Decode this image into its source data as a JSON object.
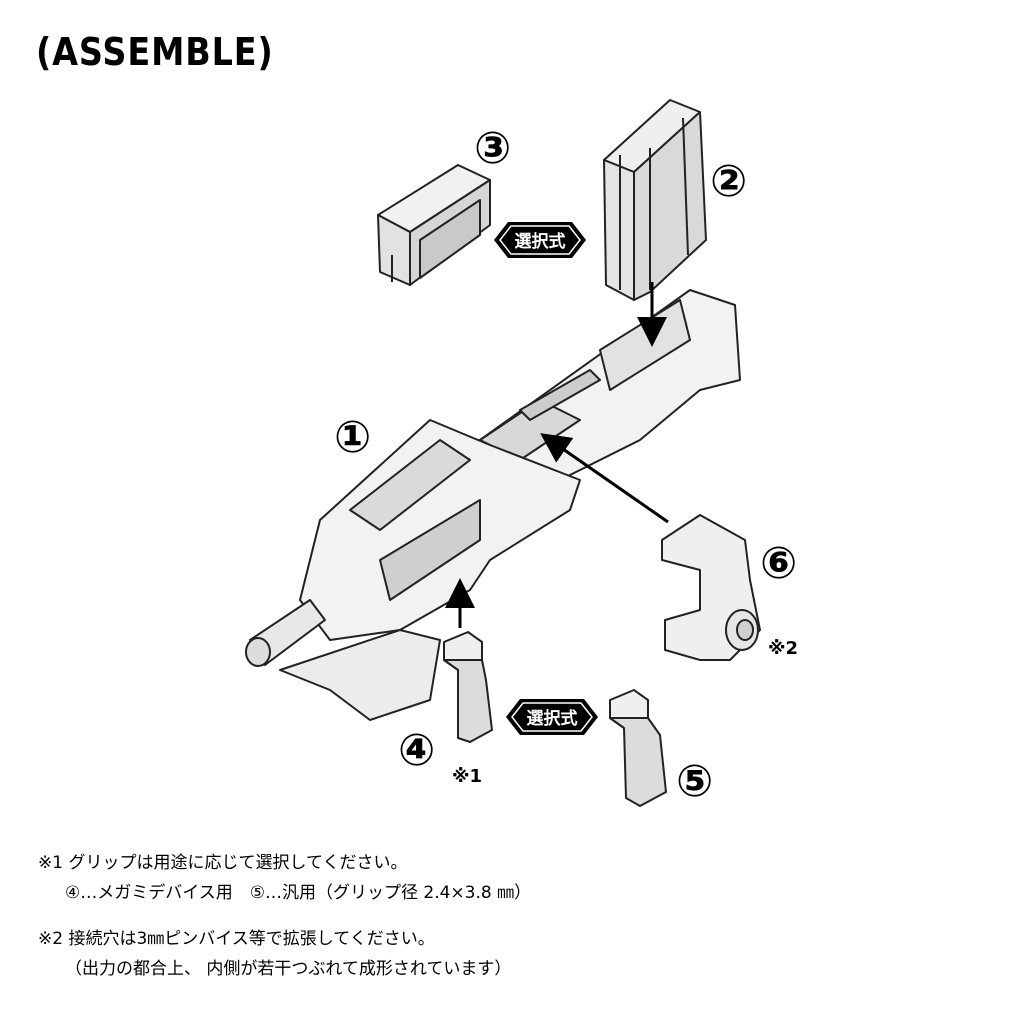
{
  "title": "(ASSEMBLE)",
  "parts": {
    "p1": "①",
    "p2": "②",
    "p3": "③",
    "p4": "④",
    "p5": "⑤",
    "p6": "⑥"
  },
  "badges": {
    "top": "選択式",
    "bottom": "選択式"
  },
  "refs": {
    "r1": "※1",
    "r2": "※2"
  },
  "notes": {
    "n1_line1": "※1 グリップは用途に応じて選択してください。",
    "n1_line2": "     ④…メガミデバイス用　⑤…汎用（グリップ径 2.4×3.8 ㎜）",
    "n2_line1": "※2 接続穴は3㎜ピンバイス等で拡張してください。",
    "n2_line2": "     （出力の都合上、 内側が若干つぶれて成形されています）"
  }
}
